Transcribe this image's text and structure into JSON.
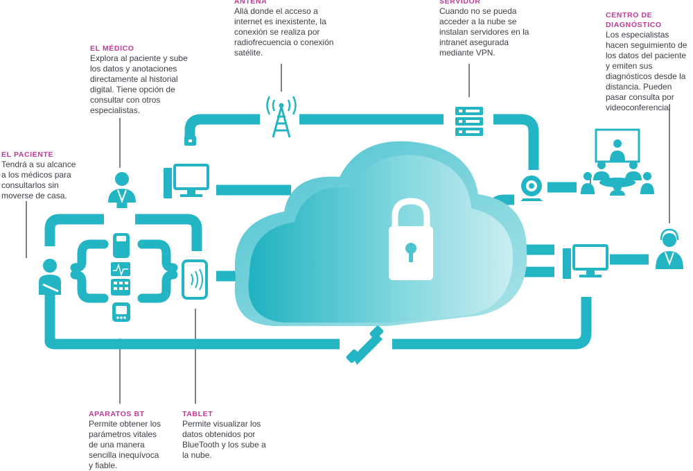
{
  "colors": {
    "accent": "#24b5c4",
    "accent_light": "#7fd6de",
    "title": "#c0399a",
    "text": "#3a3f45",
    "connector": "#2e3a4a"
  },
  "labels": {
    "antena": {
      "title": "ANTENA",
      "body": "Allá donde el acceso a internet es inexistente, la conexión se realiza por radiofrecuencia o conexión satélite."
    },
    "servidor": {
      "title": "SERVIDOR",
      "body": "Cuando no se pueda acceder a la nube se instalan servidores en la intranet asegurada mediante VPN."
    },
    "centro": {
      "title": "CENTRO DE DIAGNÓSTICO",
      "body": "Los especialistas hacen seguimiento de los datos del paciente y emiten sus diagnósticos desde la distancia. Pueden pasar consulta por videoconferencia."
    },
    "medico": {
      "title": "EL MÉDICO",
      "body": "Explora al paciente y sube los datos y anotaciones directamente al historial digital. Tiene opción de consultar con otros especialistas."
    },
    "paciente": {
      "title": "EL PACIENTE",
      "body": "Tendrá a su alcance a los médicos para consultarlos sin moverse de casa."
    },
    "aparatos": {
      "title": "APARATOS BT",
      "body": "Permite obtener los parámetros vitales de una manera sencilla inequívoca y fiable."
    },
    "tablet": {
      "title": "TABLET",
      "body": "Permite visualizar los datos obtenidos por BlueTooth y los sube a la nube."
    }
  },
  "icons": [
    "cloud-icon",
    "lock-icon",
    "antenna-icon",
    "server-icon",
    "webcam-icon",
    "conference-icon",
    "computer-icon",
    "doctor-icon",
    "patient-icon",
    "tablet-icon",
    "phone-icon",
    "padlock-small-icon",
    "headset-operator-icon",
    "bt-device-icon"
  ]
}
